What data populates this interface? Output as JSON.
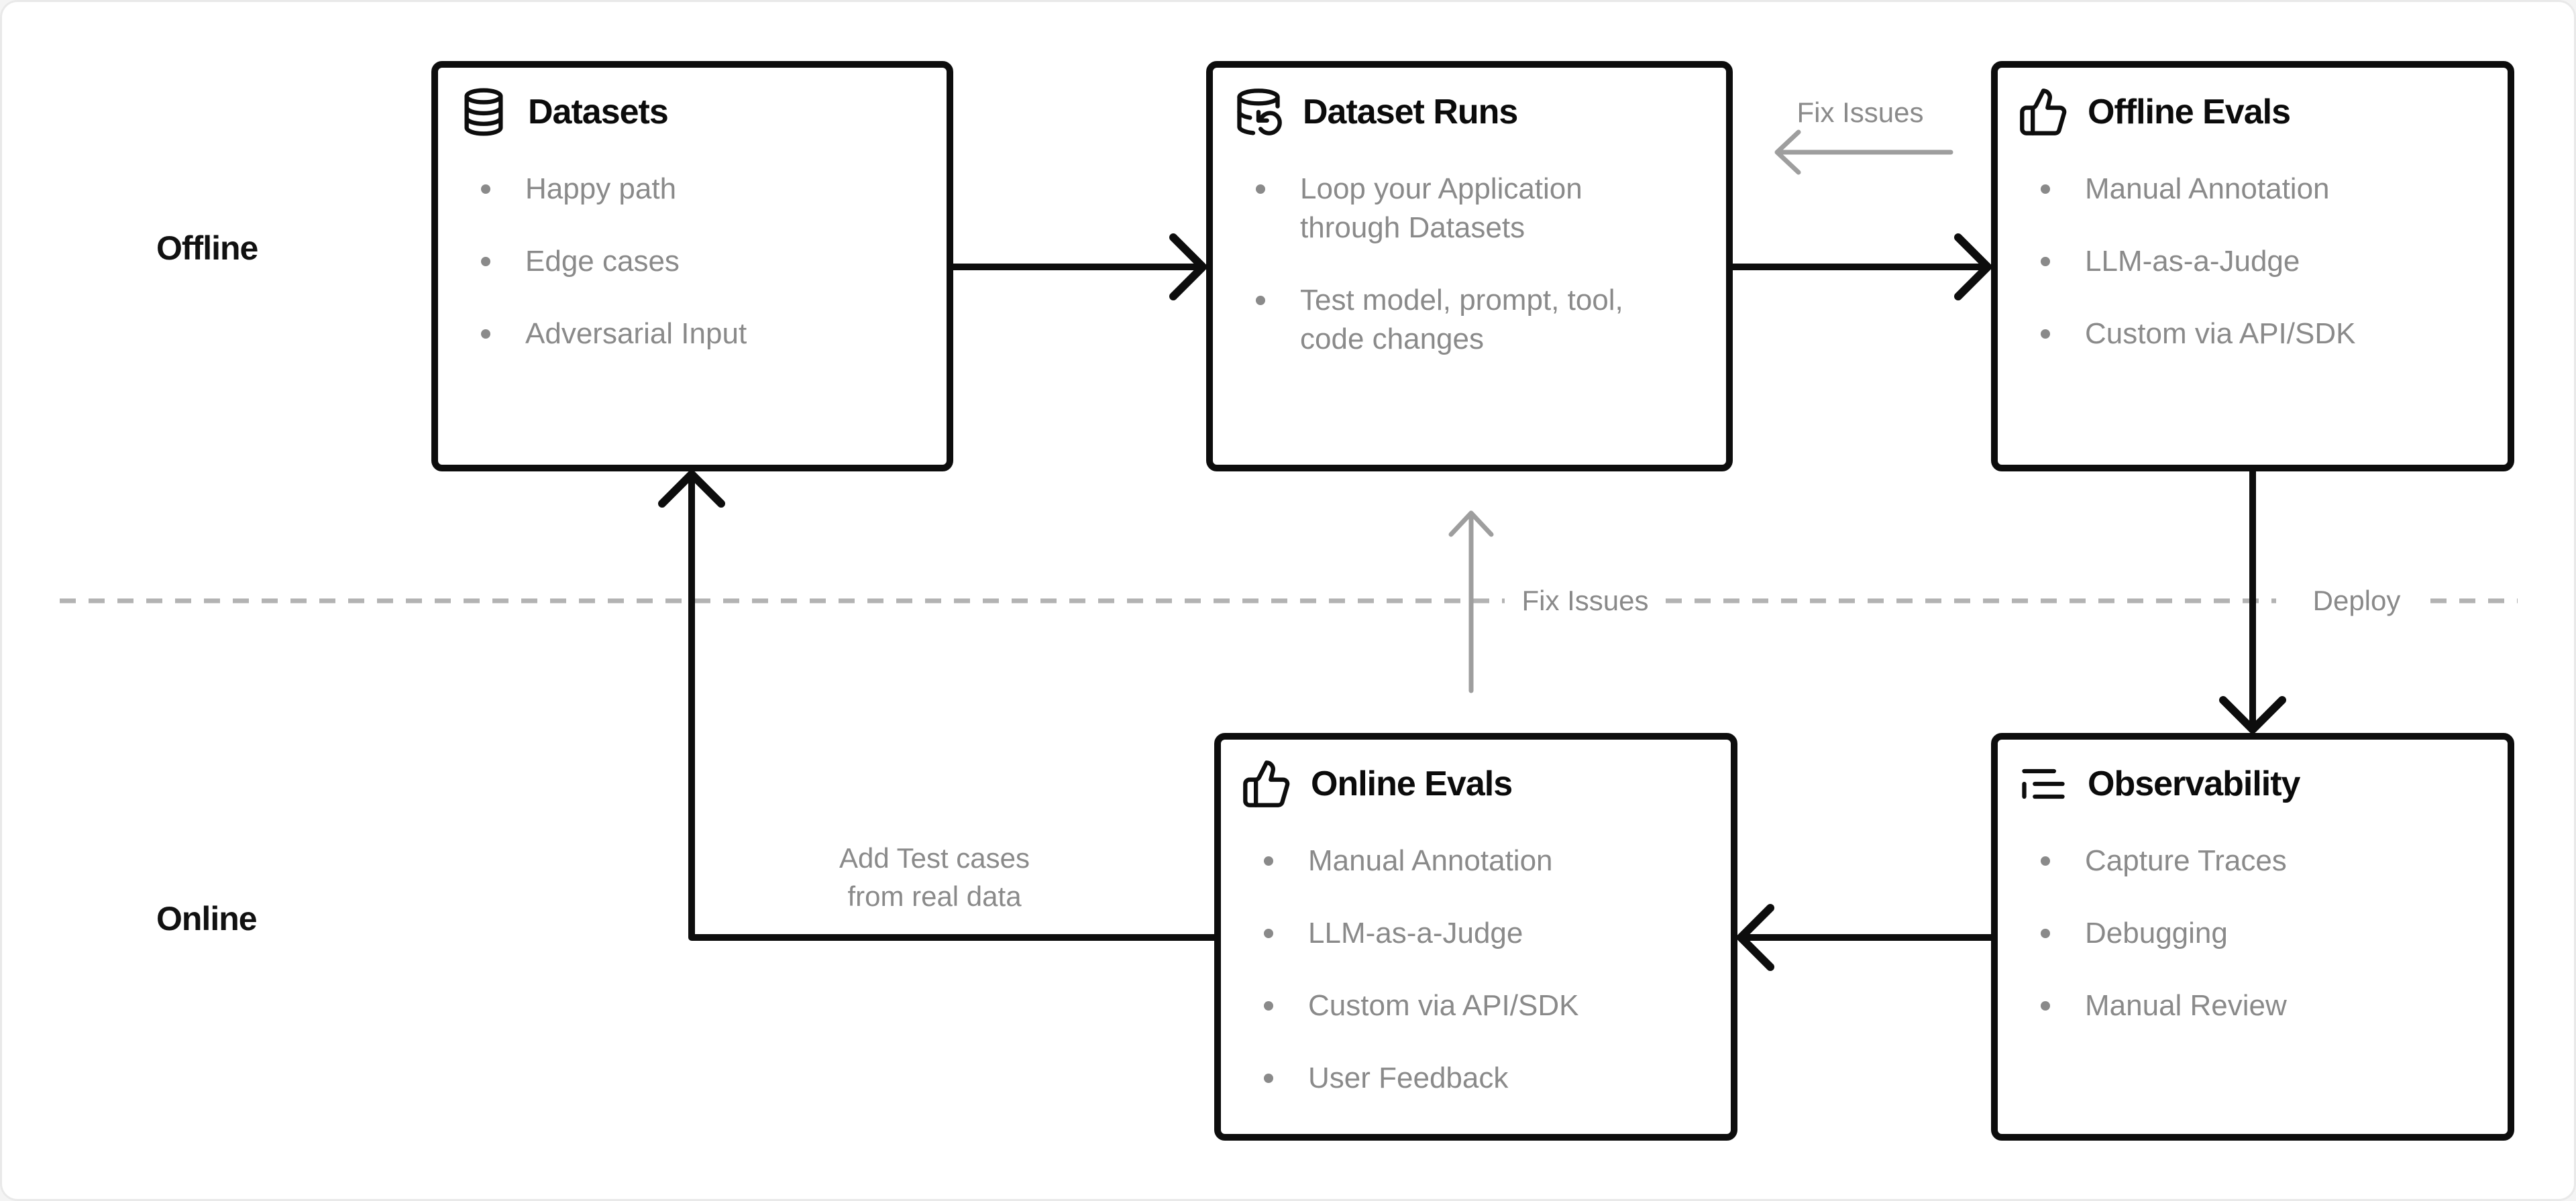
{
  "rows": {
    "offline_label": "Offline",
    "online_label": "Online"
  },
  "boxes": {
    "datasets": {
      "title": "Datasets",
      "icon": "database-icon",
      "bullets": [
        "Happy path",
        "Edge cases",
        "Adversarial Input"
      ]
    },
    "dataset_runs": {
      "title": "Dataset Runs",
      "icon": "database-refresh-icon",
      "bullets": [
        "Loop your Application through Datasets",
        "Test model, prompt, tool, code changes"
      ]
    },
    "offline_evals": {
      "title": "Offline Evals",
      "icon": "thumbs-up-icon",
      "bullets": [
        "Manual Annotation",
        "LLM-as-a-Judge",
        "Custom via API/SDK"
      ]
    },
    "online_evals": {
      "title": "Online Evals",
      "icon": "thumbs-up-icon",
      "bullets": [
        "Manual Annotation",
        "LLM-as-a-Judge",
        "Custom via API/SDK",
        "User Feedback"
      ]
    },
    "observability": {
      "title": "Observability",
      "icon": "list-trace-icon",
      "bullets": [
        "Capture Traces",
        "Debugging",
        "Manual Review"
      ]
    }
  },
  "edge_labels": {
    "fix_issues_top": "Fix Issues",
    "fix_issues_middle": "Fix Issues",
    "deploy": "Deploy",
    "add_test_cases_line1": "Add Test cases",
    "add_test_cases_line2": "from real data"
  },
  "colors": {
    "background": "#ffffff",
    "box_border": "#0d0d0d",
    "black_arrow": "#0d0d0d",
    "gray_text": "#8a8a8a",
    "gray_arrow": "#9e9e9e",
    "divider_dash": "#b3b3b3"
  }
}
